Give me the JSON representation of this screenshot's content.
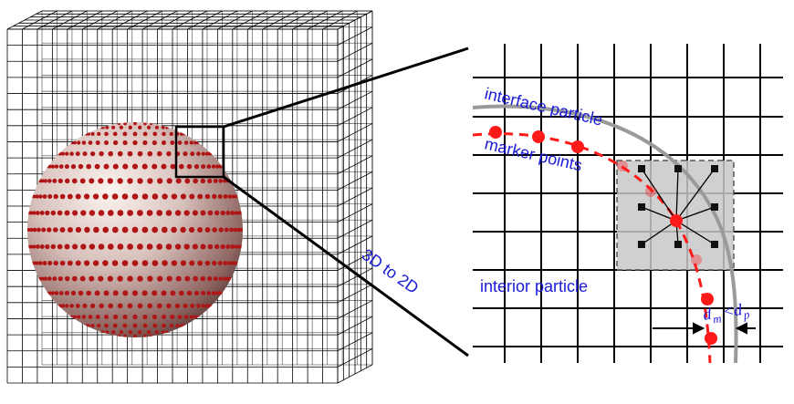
{
  "figure": {
    "labels": {
      "interface": "interface particle",
      "marker": "marker points",
      "interior": "interior particle",
      "transition": "3D to 2D",
      "spacing_dm": "d",
      "spacing_dm_sub": "m",
      "spacing_lt": "<",
      "spacing_dp": "d",
      "spacing_dp_sub": "p"
    },
    "colors": {
      "grid": "#000000",
      "label": "#1a1ad8",
      "marker": "#ff1a1a",
      "interface_curve": "#9a9a9a",
      "stencil_box": "#c8c8c8",
      "sphere_dots": "#b01515"
    },
    "icons": [
      "cube-grid-icon",
      "sphere-icon",
      "zoom-box-icon",
      "arrow-icon"
    ]
  }
}
